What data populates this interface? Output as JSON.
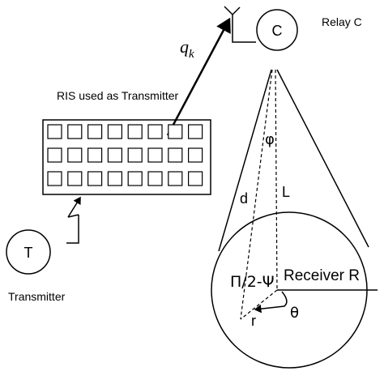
{
  "labels": {
    "relay_title": "Relay C",
    "relay_node": "C",
    "q_symbol": "q",
    "q_subscript": "k",
    "ris_title": "RIS used as Transmitter",
    "transmitter_node": "T",
    "transmitter_title": "Transmitter",
    "phi": "φ",
    "d": "d",
    "L": "L",
    "angle_expr": "Π/2-Ψ",
    "receiver_title": "Receiver R",
    "theta": "θ",
    "r": "r"
  },
  "ris_grid": {
    "rows": 3,
    "cols": 8
  }
}
